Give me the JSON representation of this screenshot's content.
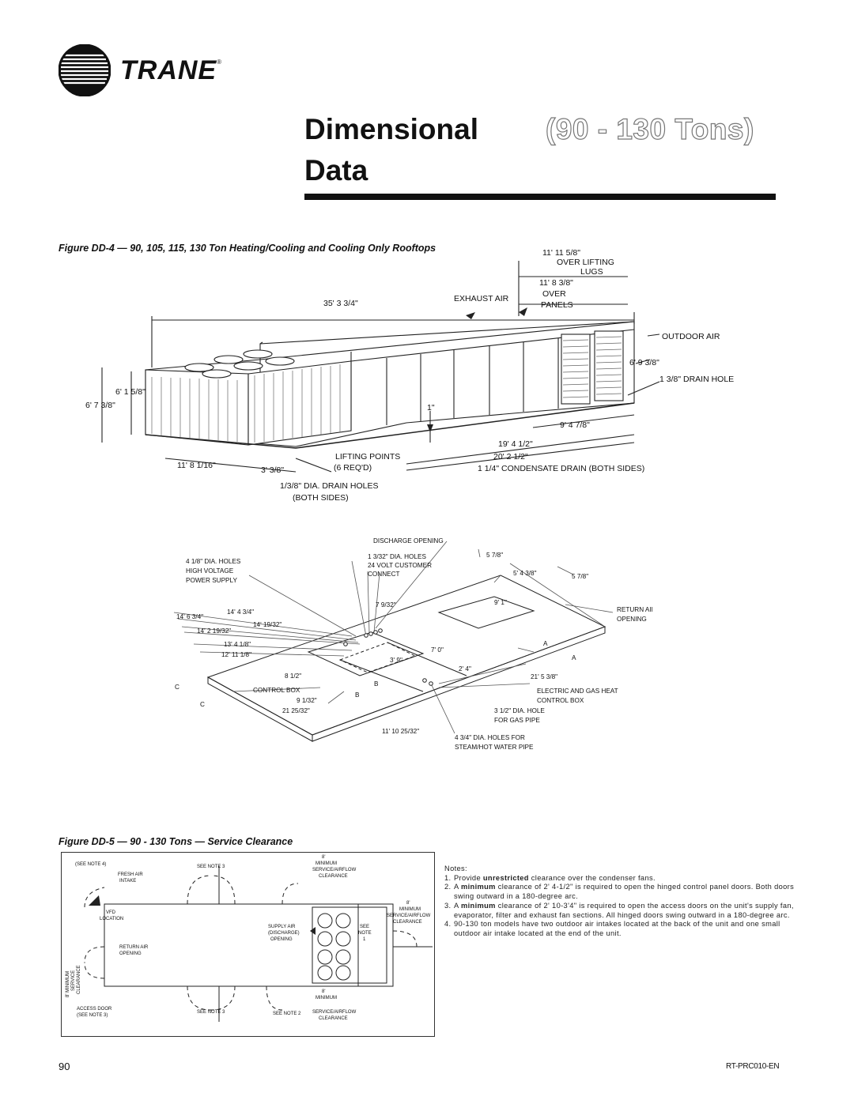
{
  "header": {
    "brand": "TRANE",
    "title_line1": "Dimensional",
    "title_line2": "Data",
    "title_range": "(90 - 130 Tons)"
  },
  "figure_dd4": {
    "caption": "Figure DD-4 — 90, 105, 115, 130 Ton Heating/Cooling and Cooling Only Rooftops",
    "labels": {
      "over_lifting_dim": "11' 11 5/8\"",
      "over_lifting": "OVER LIFTING",
      "lugs": "LUGS",
      "over_panels_dim": "11' 8 3/8\"",
      "over": "OVER",
      "panels": "PANELS",
      "exhaust_air": "EXHAUST AIR",
      "length": "35' 3 3/4\"",
      "outdoor_air": "OUTDOOR AIR",
      "height_right": "6' 9 3/8\"",
      "drain_hole": "1 3/8\" DRAIN HOLE",
      "h1": "6' 1 5/8\"",
      "h2": "6' 7 3/8\"",
      "one_inch": "1\"",
      "d_9_4_7_8": "9' 4 7/8\"",
      "d_19_4_1_2": "19' 4 1/2\"",
      "d_20_2_1_2": "20' 2 1/2\"",
      "lifting_points": "LIFTING POINTS",
      "six_reqd": "(6 REQ'D)",
      "condensate": "1 1/4\" CONDENSATE DRAIN (BOTH SIDES)",
      "d_11_8": "11' 8 1/16\"",
      "d_3_3_8": "3' 3/8\"",
      "drain_holes": "1/3/8\" DIA. DRAIN HOLES",
      "both_sides": "(BOTH SIDES)"
    }
  },
  "figure_base": {
    "labels": {
      "discharge": "DISCHARGE OPENING",
      "holes_13_32": "1 3/32\" DIA. HOLES",
      "volt24": "24 VOLT CUSTOMER",
      "connect": "CONNECT",
      "d_5_7_8a": "5 7/8\"",
      "d_5_4_3_8": "5' 4 3/8\"",
      "d_5_7_8b": "5 7/8\"",
      "holes_4_1_8": "4 1/8\" DIA. HOLES",
      "high_voltage": "HIGH VOLTAGE",
      "power_supply": "POWER SUPPLY",
      "d_14_4_3_4": "14' 4 3/4\"",
      "d_14_6_3_4": "14' 6 3/4\"",
      "d_14_19_32": "14' 19/32\"",
      "d_14_2_19_32": "14' 2 19/32\"",
      "d_7_9_32": "7 9/32\"",
      "d_9_1": "9' 1\"",
      "return_air": "RETURN AIR",
      "opening": "OPENING",
      "d_13_4_1_8": "13' 4 1/8\"",
      "d_12_11_1_8": "12' 11 1/8\"",
      "d_7_0": "7' 0\"",
      "d_3_9": "3' 9\"",
      "d_2_4": "2' 4\"",
      "letter_a1": "A",
      "letter_a2": "A",
      "d_8_1_2": "8 1/2\"",
      "d_21_5_3_8": "21' 5 3/8\"",
      "letter_c1": "C",
      "control_box": "CONTROL BOX",
      "letter_b1": "B",
      "letter_b2": "B",
      "elec_gas": "ELECTRIC AND GAS HEAT",
      "control_box2": "CONTROL BOX",
      "letter_c2": "C",
      "d_9_1_32": "9 1/32\"",
      "d_21_25_32": "21 25/32\"",
      "hole_3_1_2": "3 1/2\" DIA. HOLE",
      "for_gas": "FOR GAS PIPE",
      "d_11_10": "11' 10 25/32\"",
      "holes_4_3_4": "4 3/4\" DIA. HOLES FOR",
      "steam": "STEAM/HOT WATER PIPE"
    }
  },
  "figure_dd5": {
    "caption": "Figure DD-5 — 90 - 130 Tons — Service Clearance",
    "labels": {
      "top_8": "8'",
      "top_min": "MINIMUM",
      "top_svc": "SERVICE/AIRFLOW",
      "top_clr": "CLEARANCE",
      "see_note4": "(SEE NOTE 4)",
      "fresh_air": "FRESH AIR",
      "intake": "INTAKE",
      "see_note3a": "SEE NOTE 3",
      "vfd": "VFD",
      "location": "LOCATION",
      "right_8": "8'",
      "right_min": "MINIMUM",
      "right_svc": "SERVICE/AIRFLOW",
      "right_clr": "CLEARANCE",
      "supply_air": "SUPPLY AIR",
      "discharge": "(DISCHARGE)",
      "opening": "OPENING",
      "see": "SEE",
      "note": "NOTE",
      "one": "1",
      "return_air": "RETURN AIR",
      "opening2": "OPENING",
      "left_8": "8' MINIMUM",
      "left_svc": "SERVICE",
      "left_clr": "CLEARANCE",
      "bot_8": "8'",
      "bot_min": "MINIMUM",
      "access_door": "ACCESS DOOR",
      "see_note3b": "(SEE NOTE 3)",
      "see_note3c": "SEE NOTE 3",
      "see_note2": "SEE NOTE 2",
      "bot_svc": "SERVICE/AIRFLOW",
      "bot_clr": "CLEARANCE"
    }
  },
  "notes": {
    "heading": "Notes:",
    "items": [
      {
        "num": "1.",
        "pre": "Provide ",
        "bold": "unrestricted",
        "post": " clearance over the condenser fans."
      },
      {
        "num": "2.",
        "pre": "A ",
        "bold": "minimum",
        "post": " clearance of 2' 4-1/2\" is required to open the hinged control panel doors. Both doors swing outward in a 180-degree arc."
      },
      {
        "num": "3.",
        "pre": "A ",
        "bold": "minimum",
        "post": " clearance of 2' 10-3'4\" is required to open the access doors on the unit's supply fan, evaporator, filter and exhaust fan sections. All hinged doors swing outward in a 180-degree arc."
      },
      {
        "num": "4.",
        "pre": "",
        "bold": "",
        "post": "90-130 ton models have two outdoor air intakes located at the back of the unit and one small outdoor air intake located at the end of the unit."
      }
    ]
  },
  "footer": {
    "page_number": "90",
    "doc_code": "RT-PRC010-EN"
  }
}
